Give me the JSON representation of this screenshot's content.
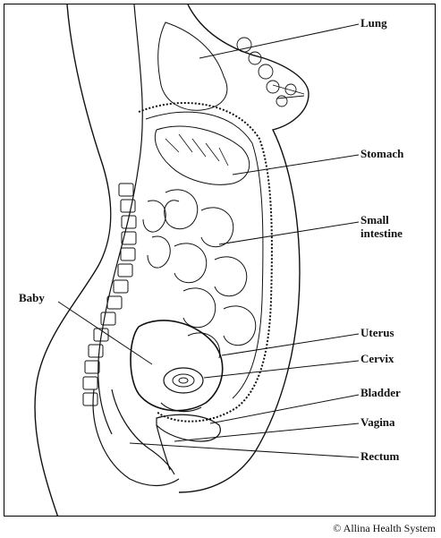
{
  "labels": {
    "lung": "Lung",
    "stomach": "Stomach",
    "small_intestine_line1": "Small",
    "small_intestine_line2": "intestine",
    "baby": "Baby",
    "uterus": "Uterus",
    "cervix": "Cervix",
    "bladder": "Bladder",
    "vagina": "Vagina",
    "rectum": "Rectum"
  },
  "copyright": "© Allina Health System"
}
